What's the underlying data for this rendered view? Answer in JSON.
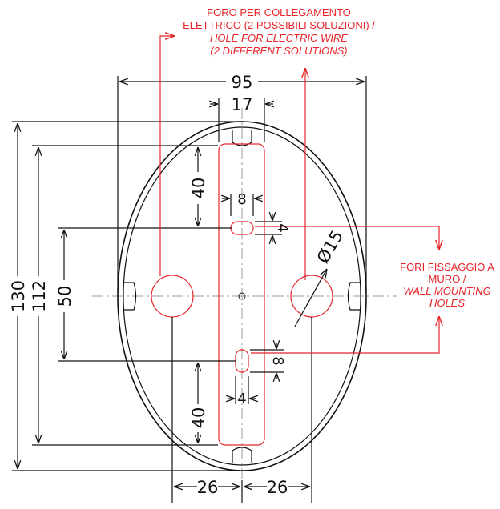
{
  "dimensions": {
    "overall_width": "95",
    "slot_width": "17",
    "overall_height": "130",
    "inner_height": "112",
    "hole_spacing": "50",
    "upper_offset": "40",
    "lower_offset": "40",
    "slot_upper_length": "8",
    "slot_upper_width": "4",
    "slot_lower_length": "8",
    "slot_lower_width": "4",
    "hole_diameter": "Ø15",
    "left_offset": "26",
    "right_offset": "26"
  },
  "notes": {
    "electric_wire": {
      "line1": "FORO PER COLLEGAMENTO",
      "line2": "ELETTRICO (2 POSSIBILI SOLUZIONI) /",
      "line3": "HOLE FOR ELECTRIC WIRE",
      "line4": "(2 DIFFERENT SOLUTIONS)"
    },
    "wall_mounting": {
      "line1": "FORI FISSAGGIO A",
      "line2": "MURO /",
      "line3": "WALL MOUNTING",
      "line4": "HOLES"
    }
  },
  "colors": {
    "annotation": "#e8242a",
    "outline": "#111111",
    "centerline": "#9a9a9a"
  }
}
